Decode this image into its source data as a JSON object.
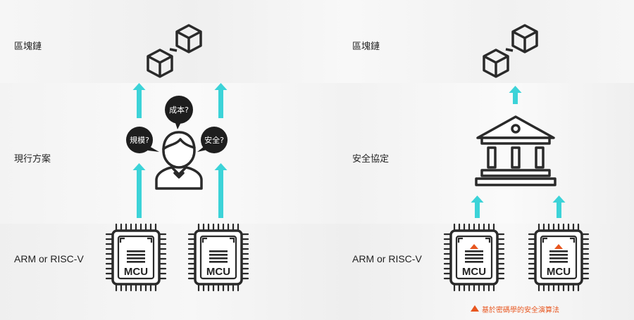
{
  "left_panel": {
    "rows": [
      {
        "label": "區塊鏈"
      },
      {
        "label": "現行方案"
      },
      {
        "label": "ARM or RISC-V"
      }
    ],
    "bubbles": [
      "成本?",
      "規模?",
      "安全?"
    ],
    "chips": [
      "MCU",
      "MCU"
    ]
  },
  "right_panel": {
    "rows": [
      {
        "label": "區塊鏈"
      },
      {
        "label": "安全協定"
      },
      {
        "label": "ARM or RISC-V"
      }
    ],
    "chips": [
      "MCU",
      "MCU"
    ],
    "legend_note": "基於密碼學的安全演算法"
  },
  "colors": {
    "arrow": "#3cd3d8",
    "icon": "#2a2a2a",
    "marker": "#e8561f",
    "bubble": "#1e1e1e"
  }
}
